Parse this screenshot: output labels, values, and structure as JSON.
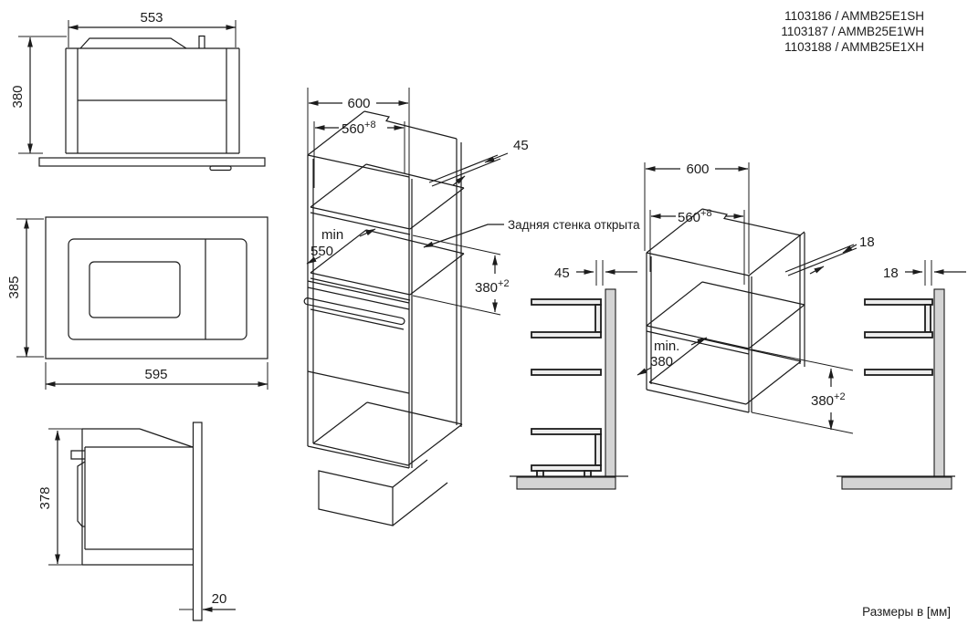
{
  "header": {
    "model_lines": [
      "1103186 / AMMB25E1SH",
      "1103187 / AMMB25E1WH",
      "1103188 / AMMB25E1XH"
    ]
  },
  "footer": {
    "units_note": "Размеры в [мм]"
  },
  "rear_view": {
    "width_label": "553",
    "height_label": "380"
  },
  "front_view": {
    "width_label": "595",
    "height_label": "385"
  },
  "side_view": {
    "height_label": "378",
    "front_offset_label": "20"
  },
  "niche_diagram": {
    "outer_width": "600",
    "inner_width": "560",
    "inner_width_tol": "+8",
    "rear_gap": "45",
    "min_depth_prefix": "min",
    "min_depth_value": "550",
    "niche_height": "380",
    "niche_height_tol": "+2",
    "back_note": "Задняя стенка открыта",
    "side_gap": "45"
  },
  "base_diagram": {
    "outer_width": "600",
    "inner_width": "560",
    "inner_width_tol": "+8",
    "wall_thickness": "18",
    "min_depth_prefix": "min.",
    "min_depth_value": "380",
    "niche_height": "380",
    "niche_height_tol": "+2",
    "side_gap": "18"
  },
  "colors": {
    "line": "#1c1c1c",
    "panel_fill": "#d4d4d4",
    "bar_fill": "#ededed"
  }
}
